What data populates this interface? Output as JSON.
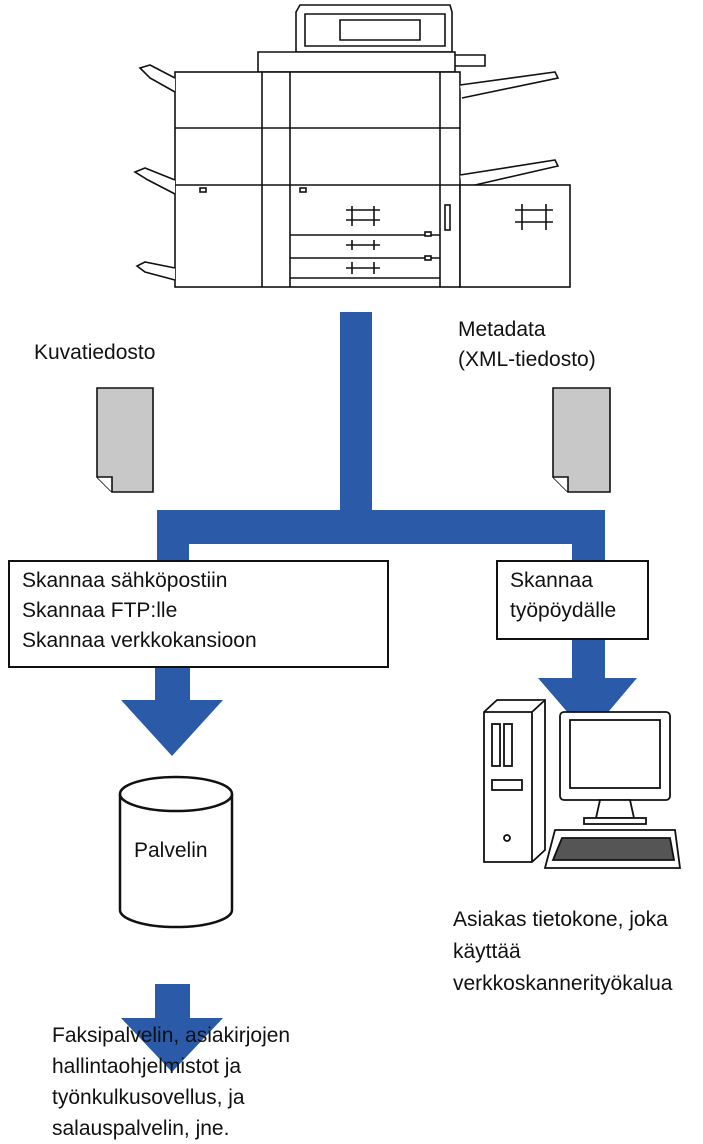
{
  "labels": {
    "image_file": "Kuvatiedosto",
    "metadata": [
      "Metadata",
      "(XML-tiedosto)"
    ]
  },
  "left_box": {
    "lines": [
      "Skannaa sähköpostiin",
      "Skannaa FTP:lle",
      "Skannaa verkkokansioon"
    ]
  },
  "right_box": {
    "lines": [
      "Skannaa",
      "työpöydälle"
    ]
  },
  "server": {
    "label": "Palvelin"
  },
  "client_caption": [
    "Asiakas tietokone, joka",
    "käyttää",
    "verkkoskannerityökalua"
  ],
  "bottom_caption": [
    "Faksipalvelin, asiakirjojen",
    "hallintaohjelmistot ja",
    "työnkulkusovellus, ja",
    "salauspalvelin, jne."
  ],
  "colors": {
    "flow": "#2a5aa8",
    "outline": "#111111",
    "document": "#c8c8c8"
  }
}
